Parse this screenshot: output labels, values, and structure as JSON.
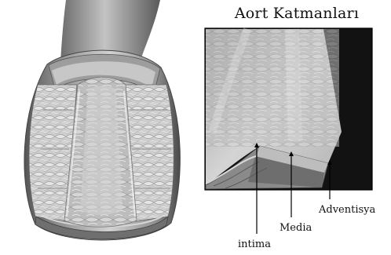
{
  "figure": {
    "title": "Aort Katmanları",
    "labels": {
      "intima": "intima",
      "media": "Media",
      "adventisya": "Adventisya"
    }
  },
  "colors": {
    "background": "#ffffff",
    "tissue_light": "#d8d8d8",
    "tissue_mid": "#a9a9a9",
    "tissue_dark": "#6e6e6e",
    "inset_background": "#111111",
    "text": "#111111"
  }
}
